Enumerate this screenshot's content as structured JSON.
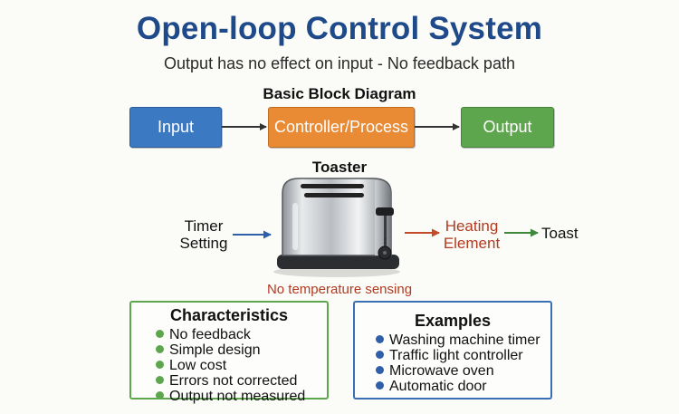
{
  "title": "Open-loop Control System",
  "subtitle": "Output has no effect on input - No feedback path",
  "block_diagram": {
    "heading": "Basic Block Diagram",
    "blocks": [
      {
        "label": "Input",
        "color": "#3b7ac2"
      },
      {
        "label": "Controller/Process",
        "color": "#e98a34"
      },
      {
        "label": "Output",
        "color": "#5ea64e"
      }
    ]
  },
  "toaster": {
    "heading": "Toaster",
    "timer_label_line1": "Timer",
    "timer_label_line2": "Setting",
    "heating_line1": "Heating",
    "heating_line2": "Element",
    "toast_label": "Toast",
    "note": "No temperature sensing"
  },
  "characteristics": {
    "title": "Characteristics",
    "border_color": "#5ea64e",
    "items": [
      "No feedback",
      "Simple design",
      "Low cost",
      "Errors not corrected",
      "Output not measured"
    ]
  },
  "examples": {
    "title": "Examples",
    "border_color": "#3b6fb3",
    "items": [
      "Washing machine timer",
      "Traffic light controller",
      "Microwave oven",
      "Automatic door"
    ]
  }
}
